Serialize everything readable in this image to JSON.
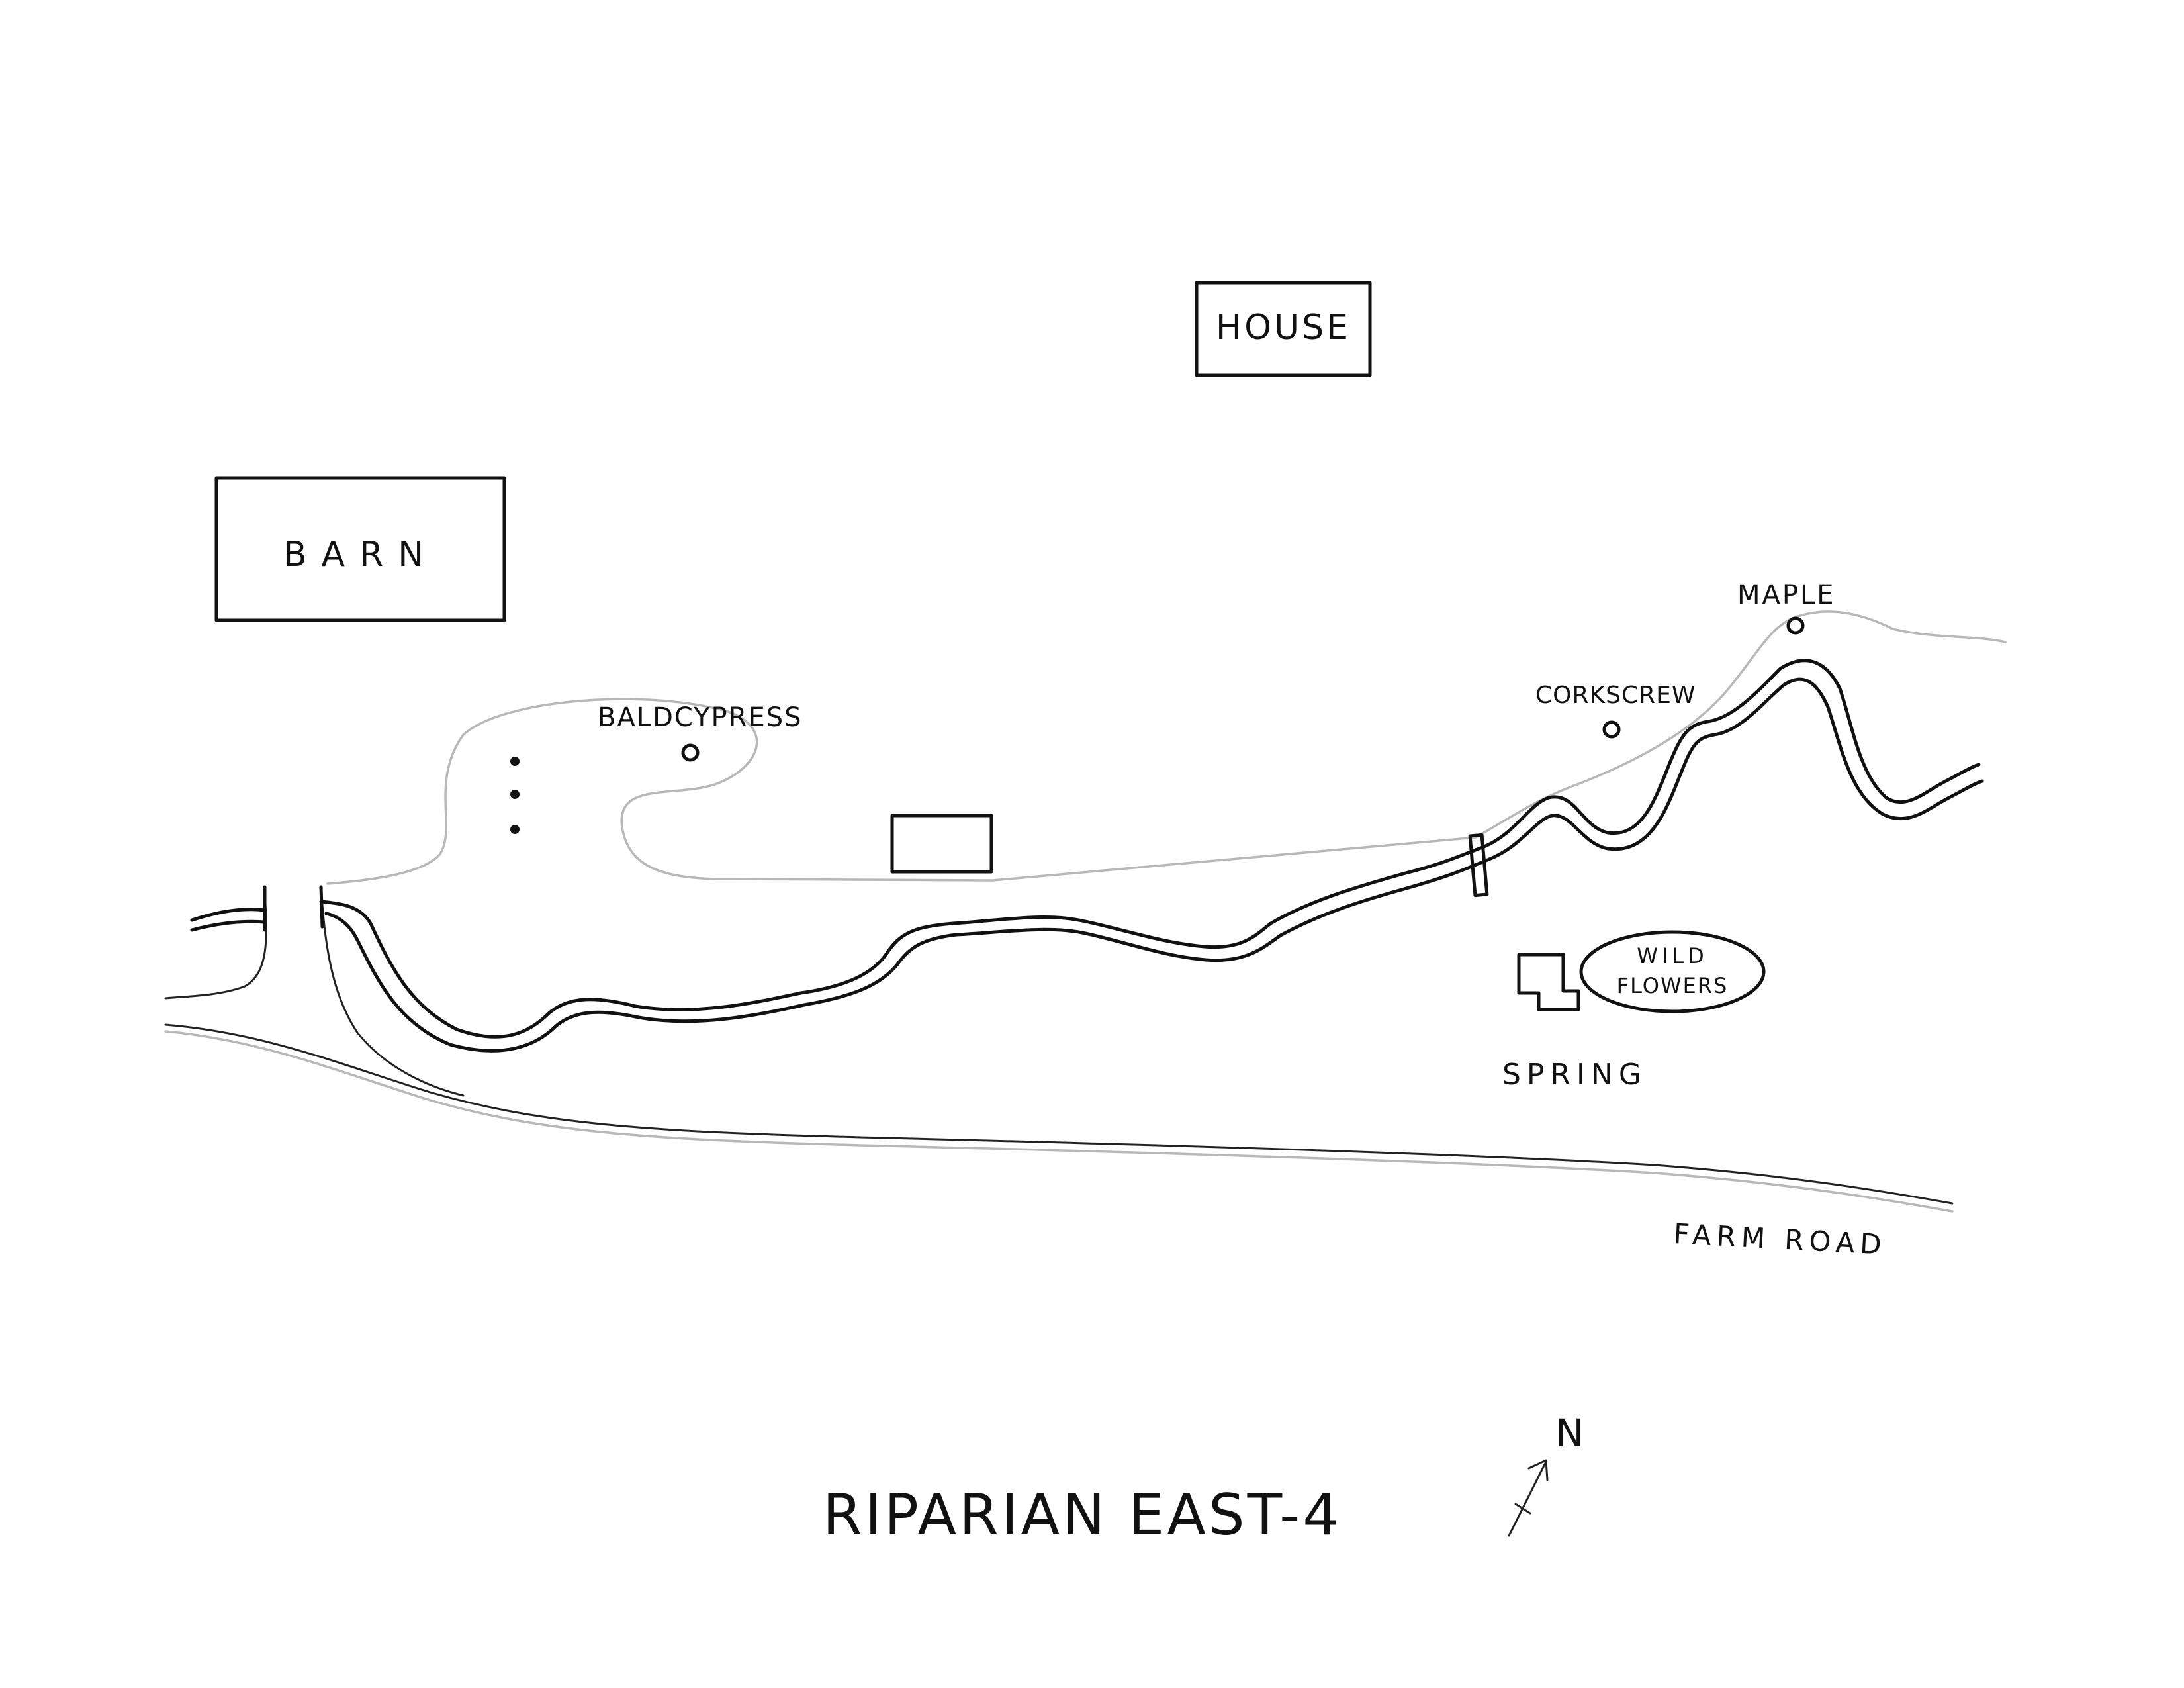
{
  "map": {
    "title": "RIPARIAN EAST-4",
    "labels": {
      "house": "HOUSE",
      "barn": "BARN",
      "baldcypress": "BALDCYPRESS",
      "corkscrew": "CORKSCREW",
      "maple": "MAPLE",
      "wildflowers_line1": "WILD",
      "wildflowers_line2": "FLOWERS",
      "spring": "SPRING",
      "farm_road": "FARM ROAD"
    },
    "compass": {
      "label": "N"
    },
    "colors": {
      "ink": "#111111",
      "pencil": "#b8b8b8",
      "paper": "#ffffff"
    }
  }
}
